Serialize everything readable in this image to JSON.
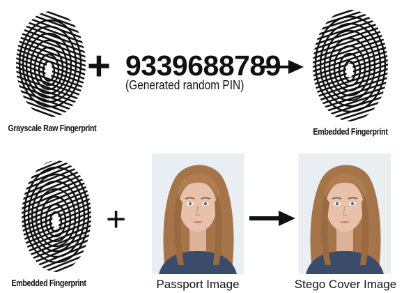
{
  "row1": {
    "left_caption": "Grayscale Raw Fingerprint",
    "plus": "+",
    "pin": "9339688789",
    "pin_note": "(Generated random PIN)",
    "right_caption": "Embedded Fingerprint"
  },
  "row2": {
    "left_caption": "Embedded Fingerprint",
    "plus": "+",
    "middle_caption": "Passport Image",
    "right_caption": "Stego Cover Image"
  },
  "colors": {
    "ink": "#111111",
    "photo_background": "#e9eef2",
    "hair": "#a57449",
    "skin": "#e8c1aa",
    "shirt": "#3a4c6a"
  },
  "icons": [
    "fingerprint-icon",
    "plus-icon",
    "arrow-right-icon",
    "portrait-photo"
  ]
}
